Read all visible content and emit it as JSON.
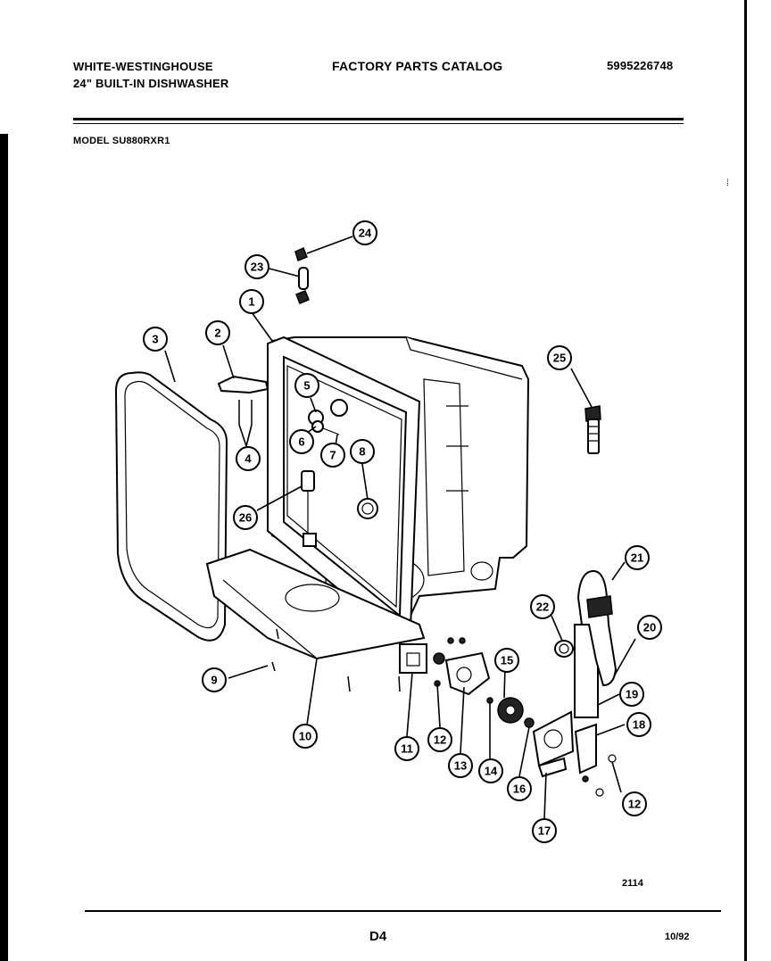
{
  "header": {
    "brand": "WHITE-WESTINGHOUSE",
    "product": "24\" BUILT-IN DISHWASHER",
    "catalog_title": "FACTORY PARTS CATALOG",
    "catalog_number": "5995226748",
    "model": "MODEL SU880RXR1"
  },
  "diagram": {
    "callouts": [
      "1",
      "2",
      "3",
      "4",
      "5",
      "6",
      "7",
      "8",
      "9",
      "10",
      "11",
      "12",
      "13",
      "14",
      "15",
      "16",
      "17",
      "18",
      "19",
      "20",
      "21",
      "22",
      "23",
      "24",
      "25",
      "26",
      "12"
    ],
    "figure_code": "2114"
  },
  "footer": {
    "page": "D4",
    "date": "10/92"
  }
}
